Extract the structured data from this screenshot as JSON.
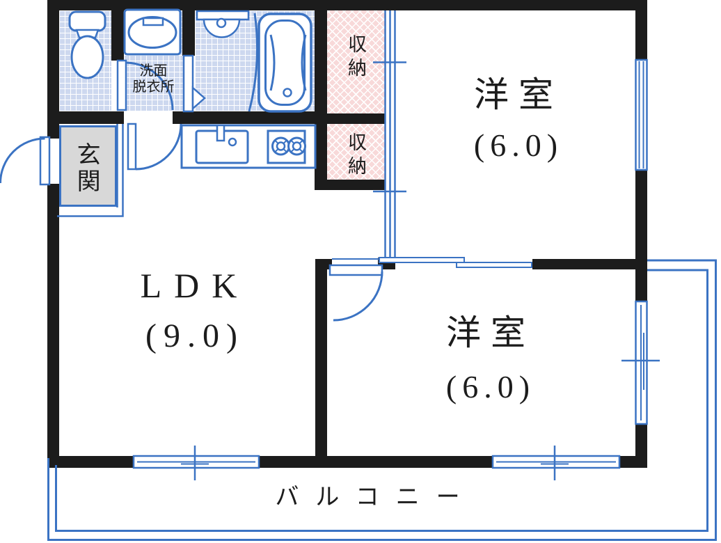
{
  "rooms": {
    "ldk": {
      "name": "LDK",
      "size": "(9.0)"
    },
    "western_top": {
      "name": "洋室",
      "size": "(6.0)"
    },
    "western_bottom": {
      "name": "洋室",
      "size": "(6.0)"
    },
    "entrance": {
      "name": "玄関"
    },
    "washroom": {
      "name_line1": "洗面",
      "name_line2": "脱衣所"
    },
    "storage_top": {
      "name": "収納"
    },
    "storage_bottom": {
      "name": "収納"
    },
    "balcony": {
      "name": "バルコニー"
    }
  },
  "colors": {
    "wall": "#1c1c1c",
    "line_blue": "#3b73c3",
    "tile_fill": "#cdd8ef",
    "storage_fill": "#f8d9d9",
    "entrance_fill": "#d8d8d8",
    "text": "#1c1c1c",
    "background": "#ffffff"
  }
}
